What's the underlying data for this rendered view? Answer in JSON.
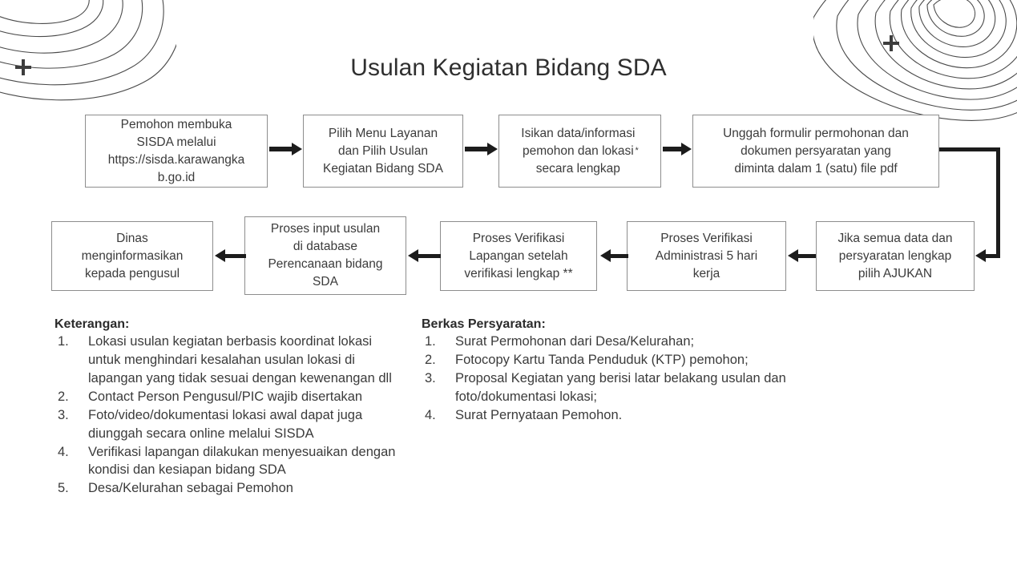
{
  "page": {
    "title": "Usulan Kegiatan Bidang SDA",
    "decorations": {
      "crosshair_left": "plus-marker",
      "crosshair_right": "plus-marker",
      "topo_left": "topographic-contour-lines",
      "topo_right": "topographic-contour-lines"
    }
  },
  "flow": {
    "row1": [
      {
        "id": "box-1",
        "text": "Pemohon membuka\nSISDA melalui\nhttps://sisda.karawangka\nb.go.id"
      },
      {
        "id": "box-2",
        "text": "Pilih Menu Layanan\ndan Pilih Usulan\nKegiatan Bidang SDA"
      },
      {
        "id": "box-3",
        "text": "Isikan data/informasi\npemohon dan lokasi\nsecara lengkap ",
        "sup": "*"
      },
      {
        "id": "box-4",
        "text": "Unggah formulir permohonan dan\ndokumen persyaratan yang\ndiminta dalam 1 (satu) file pdf"
      }
    ],
    "row2": [
      {
        "id": "box-5",
        "text": "Jika semua data dan\npersyaratan lengkap\npilih AJUKAN"
      },
      {
        "id": "box-6",
        "text": "Proses Verifikasi\nAdministrasi 5 hari\nkerja"
      },
      {
        "id": "box-7",
        "text": "Proses Verifikasi\nLapangan setelah\nverifikasi lengkap **"
      },
      {
        "id": "box-8",
        "text": "Proses input usulan\ndi database\nPerencanaan  bidang\nSDA"
      },
      {
        "id": "box-9",
        "text": "Dinas\nmenginformasikan\nkepada pengusul"
      }
    ]
  },
  "notes": {
    "keterangan": {
      "heading": "Keterangan:",
      "items": [
        {
          "num": "1.",
          "text": "Lokasi usulan kegiatan berbasis koordinat lokasi untuk menghindari kesalahan usulan lokasi di lapangan yang tidak sesuai dengan kewenangan dll"
        },
        {
          "num": "2.",
          "text": "Contact Person Pengusul/PIC wajib disertakan"
        },
        {
          "num": "3.",
          "text": "Foto/video/dokumentasi lokasi awal dapat juga diunggah secara online melalui SISDA"
        },
        {
          "num": "4.",
          "text": "Verifikasi lapangan dilakukan menyesuaikan dengan kondisi dan kesiapan bidang SDA"
        },
        {
          "num": "5.",
          "text": "Desa/Kelurahan sebagai Pemohon"
        }
      ]
    },
    "berkas": {
      "heading": "Berkas Persyaratan:",
      "items": [
        {
          "num": "1.",
          "text": "Surat Permohonan dari Desa/Kelurahan;"
        },
        {
          "num": "2.",
          "text": "Fotocopy Kartu Tanda Penduduk (KTP) pemohon;"
        },
        {
          "num": "3.",
          "text": "Proposal Kegiatan yang berisi latar belakang usulan dan foto/dokumentasi lokasi;"
        },
        {
          "num": "4.",
          "text": "Surat Pernyataan Pemohon."
        }
      ]
    }
  },
  "colors": {
    "text": "#3b3b3b",
    "box_border": "#8d8d8d",
    "arrow": "#1c1c1c",
    "background": "#ffffff"
  }
}
